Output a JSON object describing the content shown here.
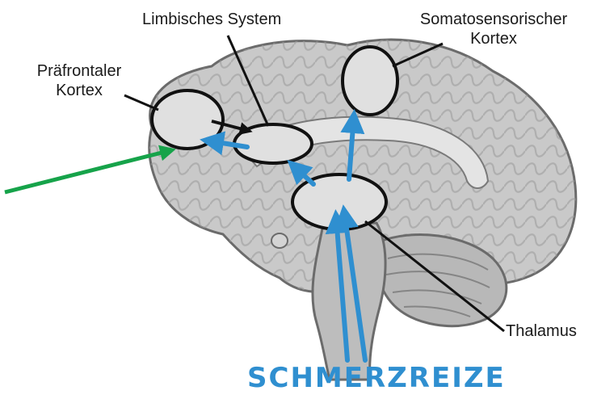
{
  "labels": {
    "limbic_system": "Limbisches System",
    "somatosensory_line1": "Somatosensorischer",
    "somatosensory_line2": "Kortex",
    "prefrontal_line1": "Präfrontaler",
    "prefrontal_line2": "Kortex",
    "thalamus": "Thalamus",
    "pain_stimuli": "SCHMERZREIZE"
  },
  "colors": {
    "signal_arrow": "#2f8fd0",
    "pointer_arrow": "#16a34a",
    "leader_line": "#111111",
    "brain_fill": "#c9c9c9",
    "region_fill": "#e0e0e0",
    "pain_text": "#2f8fd0"
  }
}
